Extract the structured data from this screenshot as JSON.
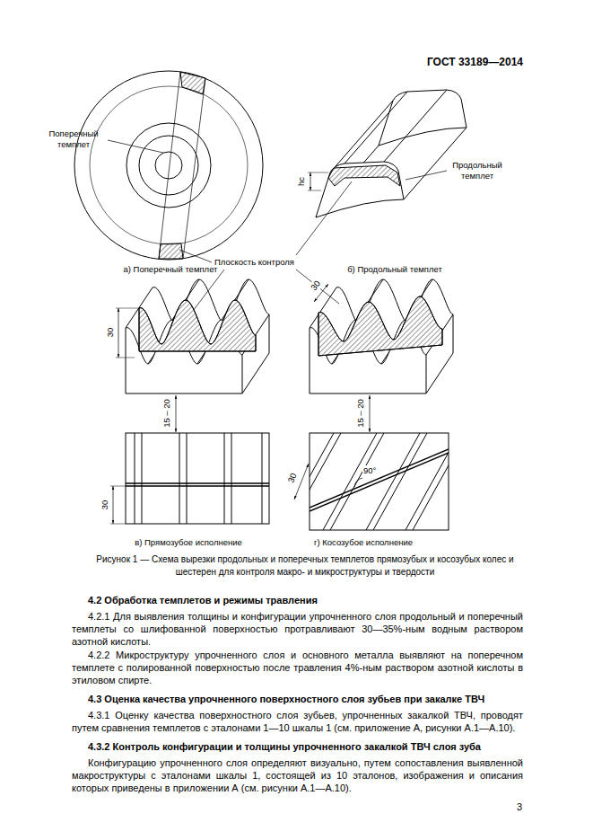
{
  "diagram": {
    "title": "ГОСТ 33189—2014",
    "caption": "Рисунок 1 — Схема вырезки продольных и поперечных темплетов прямозубых и косозубых колес и шестерен для контроля макро- и микроструктуры и твердости",
    "labels": [
      "Поперечный темплет",
      "hс",
      "Продольный темплет",
      "а) Поперечный темплет",
      "Плоскость контроля",
      "б) Продольный темплет",
      "30",
      "30",
      "15 – 20",
      "15 – 20",
      "30",
      "90°",
      "30",
      "в) Прямозубое исполнение",
      "г) Косозубое исполнение",
      "4.2 Обработка темплетов и режимы травления",
      "4.2.1 Для выявления толщины и конфигурации упрочненного слоя продольный и поперечный темплеты со шлифованной поверхностью протравливают 30—35%-ным водным раствором азотной кислоты.",
      "4.2.2 Микроструктуру упрочненного слоя и основного металла выявляют на поперечном темплете с полированной поверхностью после травления 4%-ным раствором азотной кислоты в этиловом спирте.",
      "4.3 Оценка качества упрочненного поверхностного слоя зубьев при закалке ТВЧ",
      "4.3.1 Оценку качества поверхностного слоя зубьев, упрочненных закалкой ТВЧ, проводят путем сравнения темплетов с эталонами 1—10 шкалы 1 (см. приложение А, рисунки А.1—А.10).",
      "4.3.2 Контроль конфигурации и толщины упрочненного закалкой ТВЧ слоя зуба",
      "Конфигурацию упрочненного слоя определяют визуально, путем сопоставления выявленной макроструктуры с эталонами шкалы 1, состоящей из 10 эталонов, изображения и описания которых приведены в приложении А (см. рисунки А.1—А.10).",
      "3"
    ]
  }
}
